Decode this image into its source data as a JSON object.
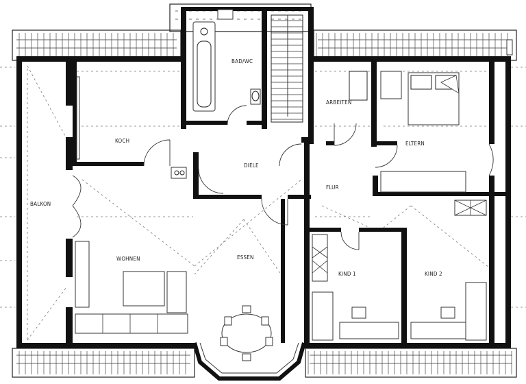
{
  "plan": {
    "rooms": {
      "bad": "BAD/WC",
      "arbeiten": "ARBEITEN",
      "eltern": "ELTERN",
      "koch": "KOCH",
      "diele": "DIELE",
      "flur": "FLUR",
      "balkon": "BALKON",
      "wohnen": "WOHNEN",
      "essen": "ESSEN",
      "kind1": "KIND 1",
      "kind2": "KIND 2"
    }
  }
}
